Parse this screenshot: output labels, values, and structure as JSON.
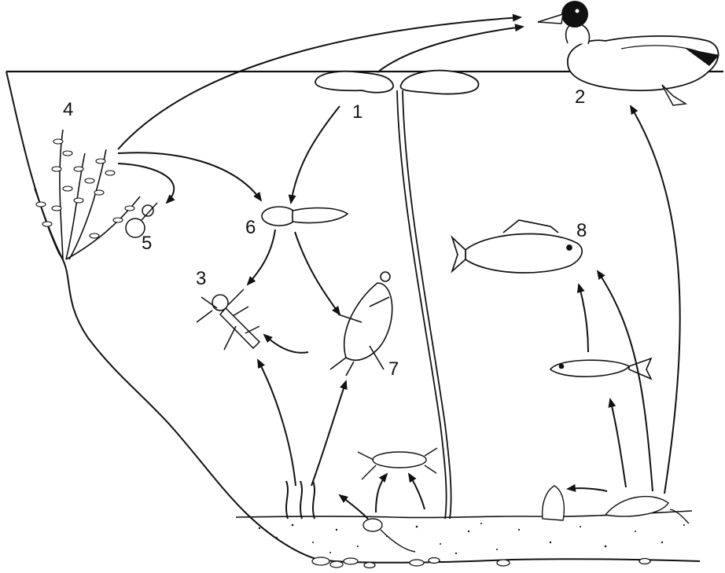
{
  "labels": {
    "n1": "1",
    "n2": "2",
    "n3": "3",
    "n4": "4",
    "n5": "5",
    "n6": "6",
    "n7": "7",
    "n8": "8"
  },
  "colors": {
    "ink": "#111111",
    "background": "#ffffff"
  }
}
